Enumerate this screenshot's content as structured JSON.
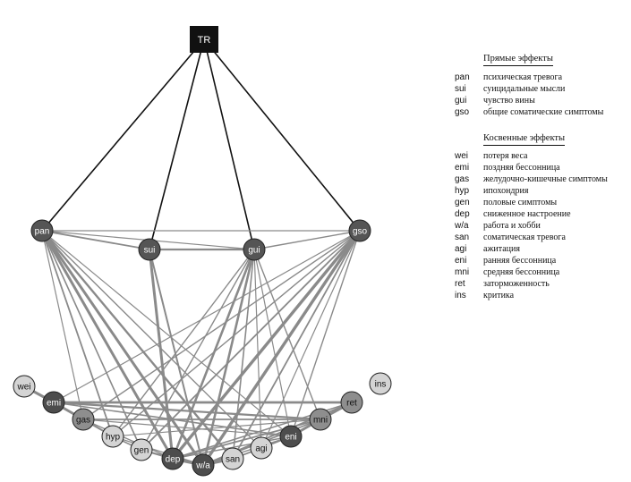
{
  "diagram": {
    "root": {
      "id": "TR",
      "label": "TR"
    },
    "direct_nodes": [
      {
        "id": "pan",
        "label": "pan"
      },
      {
        "id": "sui",
        "label": "sui"
      },
      {
        "id": "gui",
        "label": "gui"
      },
      {
        "id": "gso",
        "label": "gso"
      }
    ],
    "indirect_nodes": [
      {
        "id": "wei",
        "label": "wei"
      },
      {
        "id": "emi",
        "label": "emi"
      },
      {
        "id": "gas",
        "label": "gas"
      },
      {
        "id": "hyp",
        "label": "hyp"
      },
      {
        "id": "gen",
        "label": "gen"
      },
      {
        "id": "dep",
        "label": "dep"
      },
      {
        "id": "wa",
        "label": "w/a"
      },
      {
        "id": "san",
        "label": "san"
      },
      {
        "id": "agi",
        "label": "agi"
      },
      {
        "id": "eni",
        "label": "eni"
      },
      {
        "id": "mni",
        "label": "mni"
      },
      {
        "id": "ret",
        "label": "ret"
      },
      {
        "id": "ins",
        "label": "ins"
      }
    ],
    "node_fills": {
      "root": "#111111",
      "direct": "#555555",
      "dark": "#4d4d4d",
      "mid": "#8e8e8e",
      "light": "#d4d4d4",
      "edge_black": "#111111",
      "edge_gray": "#8a8a8a"
    },
    "node_shades": {
      "wei": "light",
      "emi": "dark",
      "gas": "mid",
      "hyp": "light",
      "gen": "light",
      "dep": "dark",
      "wa": "dark",
      "san": "light",
      "agi": "light",
      "eni": "dark",
      "mni": "mid",
      "ret": "mid",
      "ins": "light"
    },
    "edges": [
      [
        "TR",
        "pan",
        1.6,
        "black"
      ],
      [
        "TR",
        "sui",
        1.6,
        "black"
      ],
      [
        "TR",
        "gui",
        1.6,
        "black"
      ],
      [
        "TR",
        "gso",
        1.6,
        "black"
      ],
      [
        "pan",
        "sui",
        1.8,
        "gray"
      ],
      [
        "sui",
        "gui",
        2.2,
        "gray"
      ],
      [
        "gui",
        "gso",
        1.4,
        "gray"
      ],
      [
        "pan",
        "gui",
        1.2,
        "gray"
      ],
      [
        "pan",
        "gso",
        1.2,
        "gray"
      ],
      [
        "pan",
        "wa",
        3.0,
        "gray"
      ],
      [
        "pan",
        "dep",
        3.0,
        "gray"
      ],
      [
        "pan",
        "gen",
        1.6,
        "gray"
      ],
      [
        "pan",
        "hyp",
        1.8,
        "gray"
      ],
      [
        "pan",
        "san",
        2.4,
        "gray"
      ],
      [
        "pan",
        "gas",
        1.2,
        "gray"
      ],
      [
        "pan",
        "agi",
        1.4,
        "gray"
      ],
      [
        "pan",
        "eni",
        1.2,
        "gray"
      ],
      [
        "sui",
        "dep",
        3.0,
        "gray"
      ],
      [
        "sui",
        "wa",
        2.0,
        "gray"
      ],
      [
        "gui",
        "dep",
        2.6,
        "gray"
      ],
      [
        "gui",
        "wa",
        2.6,
        "gray"
      ],
      [
        "gui",
        "gen",
        1.4,
        "gray"
      ],
      [
        "gui",
        "san",
        1.6,
        "gray"
      ],
      [
        "gui",
        "hyp",
        1.4,
        "gray"
      ],
      [
        "gui",
        "eni",
        1.2,
        "gray"
      ],
      [
        "gui",
        "mni",
        1.4,
        "gray"
      ],
      [
        "gui",
        "agi",
        1.2,
        "gray"
      ],
      [
        "gso",
        "wa",
        3.4,
        "gray"
      ],
      [
        "gso",
        "dep",
        3.4,
        "gray"
      ],
      [
        "gso",
        "gen",
        1.8,
        "gray"
      ],
      [
        "gso",
        "hyp",
        1.4,
        "gray"
      ],
      [
        "gso",
        "gas",
        1.4,
        "gray"
      ],
      [
        "gso",
        "emi",
        1.2,
        "gray"
      ],
      [
        "gso",
        "san",
        1.8,
        "gray"
      ],
      [
        "gso",
        "agi",
        1.2,
        "gray"
      ],
      [
        "gso",
        "eni",
        1.4,
        "gray"
      ],
      [
        "wei",
        "emi",
        3.0,
        "gray"
      ],
      [
        "emi",
        "gas",
        3.0,
        "gray"
      ],
      [
        "gas",
        "hyp",
        2.0,
        "gray"
      ],
      [
        "hyp",
        "gen",
        1.6,
        "gray"
      ],
      [
        "gen",
        "dep",
        2.0,
        "gray"
      ],
      [
        "dep",
        "wa",
        3.4,
        "gray"
      ],
      [
        "wa",
        "san",
        3.0,
        "gray"
      ],
      [
        "san",
        "agi",
        1.8,
        "gray"
      ],
      [
        "agi",
        "eni",
        1.8,
        "gray"
      ],
      [
        "eni",
        "mni",
        3.0,
        "gray"
      ],
      [
        "mni",
        "ret",
        3.0,
        "gray"
      ],
      [
        "emi",
        "ret",
        2.8,
        "gray"
      ],
      [
        "emi",
        "mni",
        2.2,
        "gray"
      ],
      [
        "emi",
        "eni",
        1.6,
        "gray"
      ],
      [
        "gas",
        "mni",
        1.8,
        "gray"
      ],
      [
        "gas",
        "eni",
        1.2,
        "gray"
      ],
      [
        "hyp",
        "mni",
        1.2,
        "gray"
      ],
      [
        "dep",
        "mni",
        1.8,
        "gray"
      ],
      [
        "dep",
        "ret",
        1.6,
        "gray"
      ],
      [
        "wa",
        "ret",
        1.8,
        "gray"
      ],
      [
        "wa",
        "mni",
        1.6,
        "gray"
      ],
      [
        "wa",
        "eni",
        1.4,
        "gray"
      ],
      [
        "dep",
        "eni",
        1.4,
        "gray"
      ],
      [
        "gas",
        "dep",
        1.4,
        "gray"
      ],
      [
        "gen",
        "wa",
        1.2,
        "gray"
      ],
      [
        "hyp",
        "wa",
        1.2,
        "gray"
      ]
    ]
  },
  "legend": {
    "direct_title": "Прямые эффекты",
    "direct": [
      {
        "abbr": "pan",
        "text": "психическая тревога"
      },
      {
        "abbr": "sui",
        "text": "суицидальные мысли"
      },
      {
        "abbr": "gui",
        "text": "чувство вины"
      },
      {
        "abbr": "gso",
        "text": "общие соматические симптомы"
      }
    ],
    "indirect_title": "Косвенные эффекты",
    "indirect": [
      {
        "abbr": "wei",
        "text": "потеря веса"
      },
      {
        "abbr": "emi",
        "text": "поздняя бессонница"
      },
      {
        "abbr": "gas",
        "text": "желудочно-кишечные симптомы"
      },
      {
        "abbr": "hyp",
        "text": "ипохондрия"
      },
      {
        "abbr": "gen",
        "text": "половые симптомы"
      },
      {
        "abbr": "dep",
        "text": "сниженное  настроение"
      },
      {
        "abbr": "w/a",
        "text": "работа и хобби"
      },
      {
        "abbr": "san",
        "text": "соматическая тревога"
      },
      {
        "abbr": "agi",
        "text": "ажитация"
      },
      {
        "abbr": "eni",
        "text": "ранняя бессонница"
      },
      {
        "abbr": "mni",
        "text": "средняя бессонница"
      },
      {
        "abbr": "ret",
        "text": "заторможенность"
      },
      {
        "abbr": "ins",
        "text": "критика"
      }
    ]
  }
}
